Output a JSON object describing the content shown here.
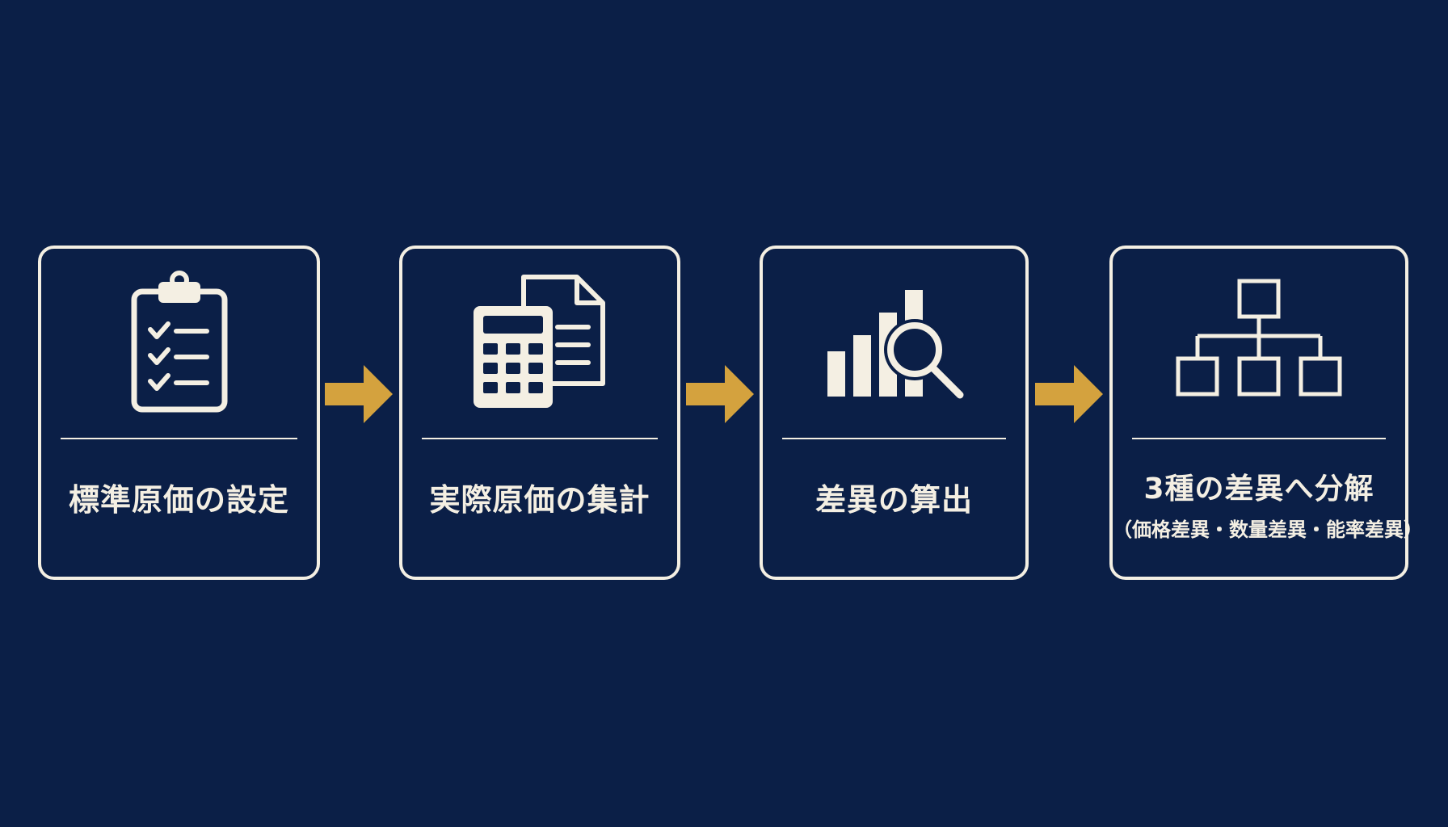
{
  "colors": {
    "background": "#0b1f47",
    "card_line": "#f4efe3",
    "arrow": "#d4a23e"
  },
  "steps": [
    {
      "label": "標準原価の設定",
      "icon": "clipboard-checklist-icon"
    },
    {
      "label": "実際原価の集計",
      "icon": "calculator-document-icon"
    },
    {
      "label": "差異の算出",
      "icon": "bar-chart-magnifier-icon"
    },
    {
      "label": "3種の差異へ分解",
      "sublabel": "（価格差異・数量差異・能率差異）",
      "icon": "hierarchy-tree-icon"
    }
  ],
  "arrows": [
    "arrow-right-icon",
    "arrow-right-icon",
    "arrow-right-icon"
  ]
}
